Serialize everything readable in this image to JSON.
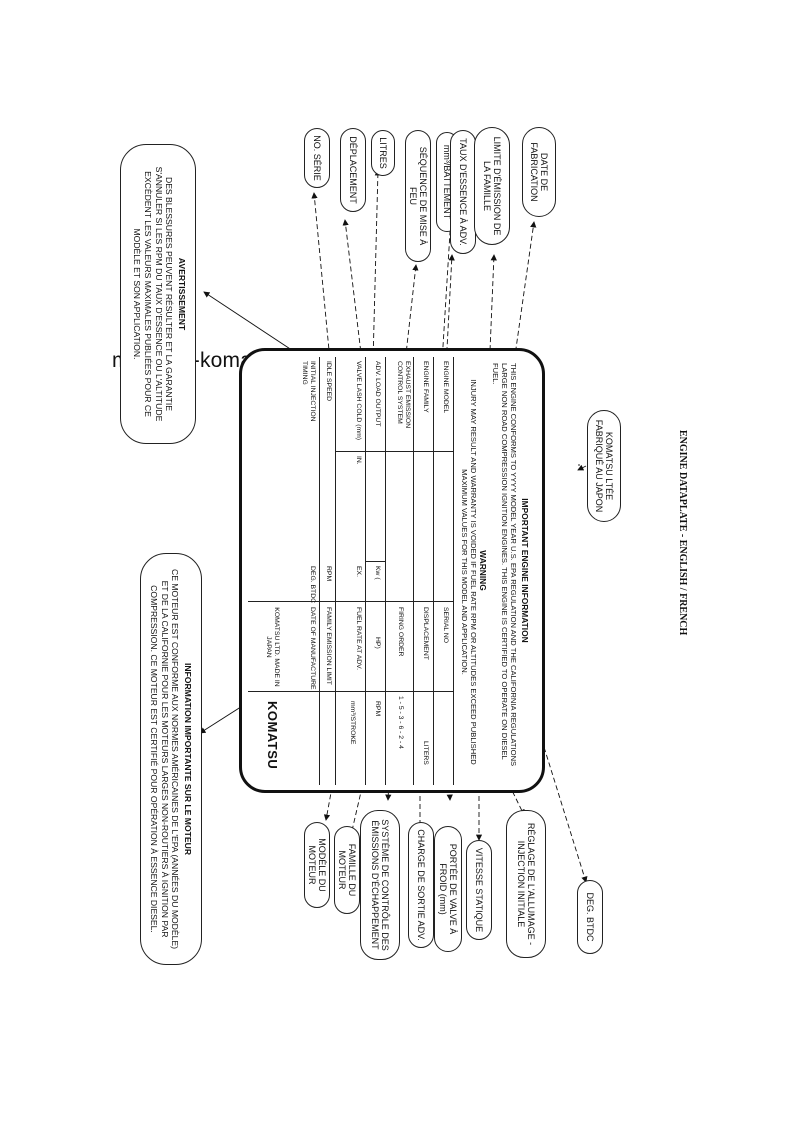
{
  "watermark": "manuals-komatsu.com",
  "caption": "ENGINE DATAPLATE - ENGLISH / FRENCH",
  "bubble_fr_info": {
    "heading": "INFORMATION IMPORTANTE SUR LE MOTEUR",
    "body": "CE MOTEUR EST CONFORME AUX NORMES AMÉRICAINES DE L'EPA (ANNÉES DU MODÈLE) ET DE LA CALIFORNIE POUR LES MOTEURS LARGES NON-ROUTIERS À IGNITION PAR COMPRESSION. CE MOTEUR EST CERTIFIÉ POUR OPÉRATION À ESSENCE DIESEL."
  },
  "bubble_fr_warning": {
    "heading": "AVERTISSEMENT",
    "body": "DES BLESSURES PEUVENT RÉSULTER ET LA GARANTIE S'ANNULER SI LES RPM DU TAUX D'ESSENCE OU L'ALTITUDE EXCÈDENT LES VALEURS MAXIMALES PUBLIÉES POUR CE MODÈLE ET SON APPLICATION."
  },
  "plate": {
    "title": "IMPORTANT ENGINE INFORMATION",
    "intro": "THIS ENGINE CONFORMS TO YYYY MODEL YEAR U.S. EPA REGULATION AND THE CALIFORNIA REGULATIONS LARGE NON ROAD COMPRESSION IGNITION ENGINES. THIS ENGINE IS CERTIFIED TO OPERATE ON DIESEL FUEL.",
    "warning_heading": "WARNING",
    "warning": "INJURY MAY RESULT AND WARRANTY IS VOIDED IF FUEL RATE RPM OR ALTITUDES EXCEED PUBLISHED MAXIMUM VALUES FOR THIS MODEL AND APPLICATION.",
    "engine_model": "ENGINE MODEL",
    "serial_no": "SERIAL NO",
    "engine_family": "ENGINE FAMILY",
    "displacement": "DISPLACEMENT",
    "liters": "LITERS",
    "exhaust": "EXHAUST EMISSION CONTROL SYSTEM",
    "firing_order": "FIRING ORDER",
    "firing_value": "1 - 5 - 3 - 6 - 2 - 4",
    "adv_load": "ADV. LOAD OUTPUT",
    "kw": "Kw (",
    "hp": "HP)",
    "rpm": "RPM",
    "valve_lash": "VALVE LASH COLD (mm)",
    "in": "IN.",
    "ex": "EX.",
    "fuel_rate": "FUEL RATE AT ADV.",
    "stroke": "mm³/STROKE",
    "idle_speed": "IDLE SPEED",
    "rpm2": "RPM",
    "family_limit": "FAMILY EMISSION LIMIT",
    "initial_injection": "INITIAL INJECTION TIMING",
    "deg_btdc": "DEG. BTDC",
    "date_manufacture": "DATE OF MANUFACTURE",
    "maker": "KOMATSU LTD. MADE IN JAPAN",
    "logo": "KOMATSU"
  },
  "labels_top": [
    "NO. SÉRIE",
    "DÉPLACEMENT",
    "LITRES",
    "SÉQUENCE DE MISE À FEU",
    "mm³/BATTEMENT",
    "TAUX D'ESSENCE À ADV.",
    "LIMITE D'ÉMISSION DE LA FAMILLE",
    "DATE DE FABRICATION"
  ],
  "labels_bottom": [
    "MODÈLE DU MOTEUR",
    "FAMILLE DU MOTEUR",
    "SYSTÈME DE CONTRÔLE DES ÉMISSIONS D'ÉCHAPPEMENT",
    "CHARGE DE SORTIE ADV.",
    "PORTÉE DE VALVE À FROID (mm)",
    "VITESSE STATIQUE",
    "RÉGLAGE DE L'ALLUMAGE - INJECTION INITIALE",
    "DEG. BTDC"
  ],
  "label_maker": "KOMATSU LTÉE FABRIQUÉ AU JAPON"
}
